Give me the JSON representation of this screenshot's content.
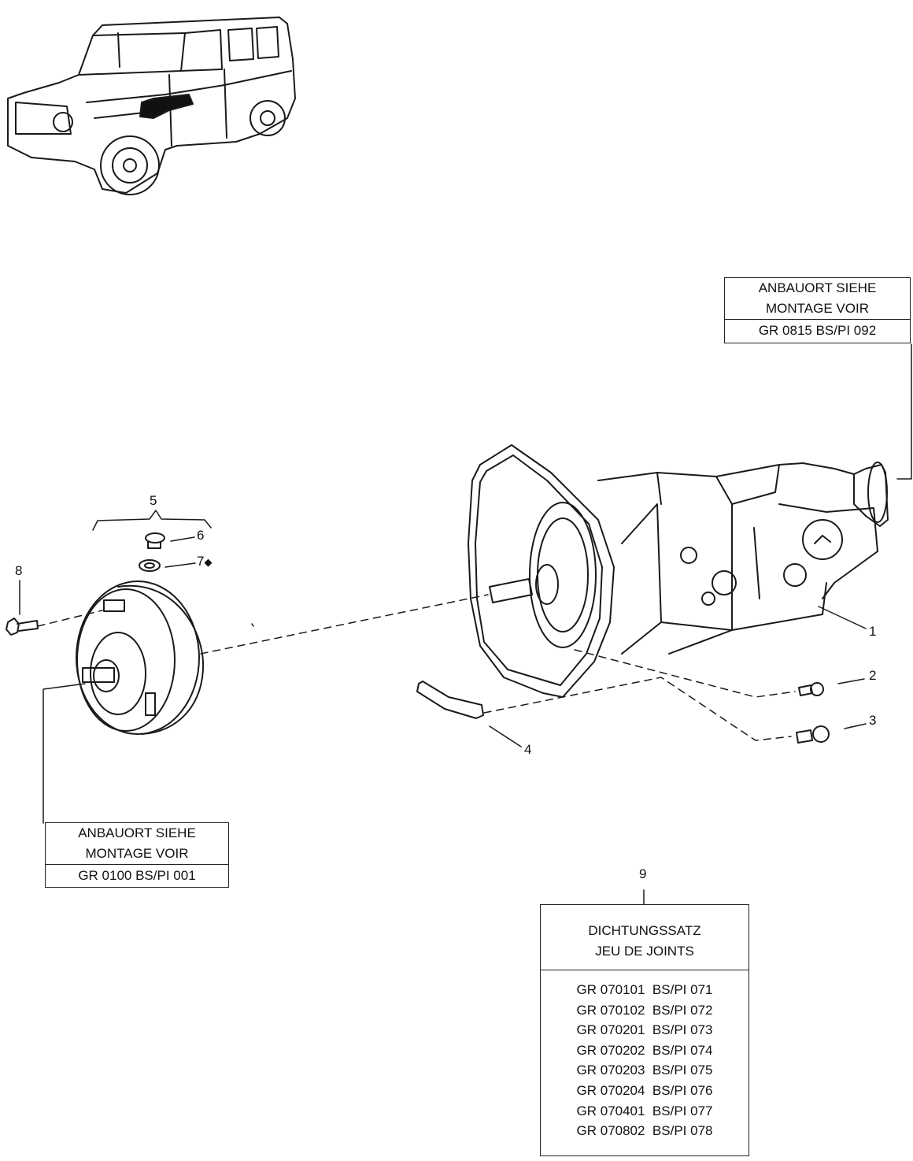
{
  "diagram": {
    "title": "Automatic transmission exploded view",
    "callouts": [
      {
        "id": "1",
        "label": "1"
      },
      {
        "id": "2",
        "label": "2"
      },
      {
        "id": "3",
        "label": "3"
      },
      {
        "id": "4",
        "label": "4"
      },
      {
        "id": "5",
        "label": "5"
      },
      {
        "id": "6",
        "label": "6"
      },
      {
        "id": "7",
        "label": "7",
        "marker": "◆"
      },
      {
        "id": "8",
        "label": "8"
      },
      {
        "id": "9",
        "label": "9"
      }
    ],
    "reference_box_transmission": {
      "line1": "ANBAUORT SIEHE",
      "line2": "MONTAGE VOIR",
      "ref": "GR  0815 BS/PI 092"
    },
    "reference_box_converter": {
      "line1": "ANBAUORT SIEHE",
      "line2": "MONTAGE VOIR",
      "ref": "GR   0100 BS/PI 001"
    },
    "gasket_kit": {
      "title_de": "DICHTUNGSSATZ",
      "title_fr": "JEU DE JOINTS",
      "entries": [
        {
          "gr": "GR 070101",
          "bspi": "BS/PI 071"
        },
        {
          "gr": "GR 070102",
          "bspi": "BS/PI 072"
        },
        {
          "gr": "GR 070201",
          "bspi": "BS/PI 073"
        },
        {
          "gr": "GR 070202",
          "bspi": "BS/PI 074"
        },
        {
          "gr": "GR 070203",
          "bspi": "BS/PI 075"
        },
        {
          "gr": "GR 070204",
          "bspi": "BS/PI 076"
        },
        {
          "gr": "GR 070401",
          "bspi": "BS/PI 077"
        },
        {
          "gr": "GR 070802",
          "bspi": "BS/PI 078"
        }
      ]
    }
  }
}
